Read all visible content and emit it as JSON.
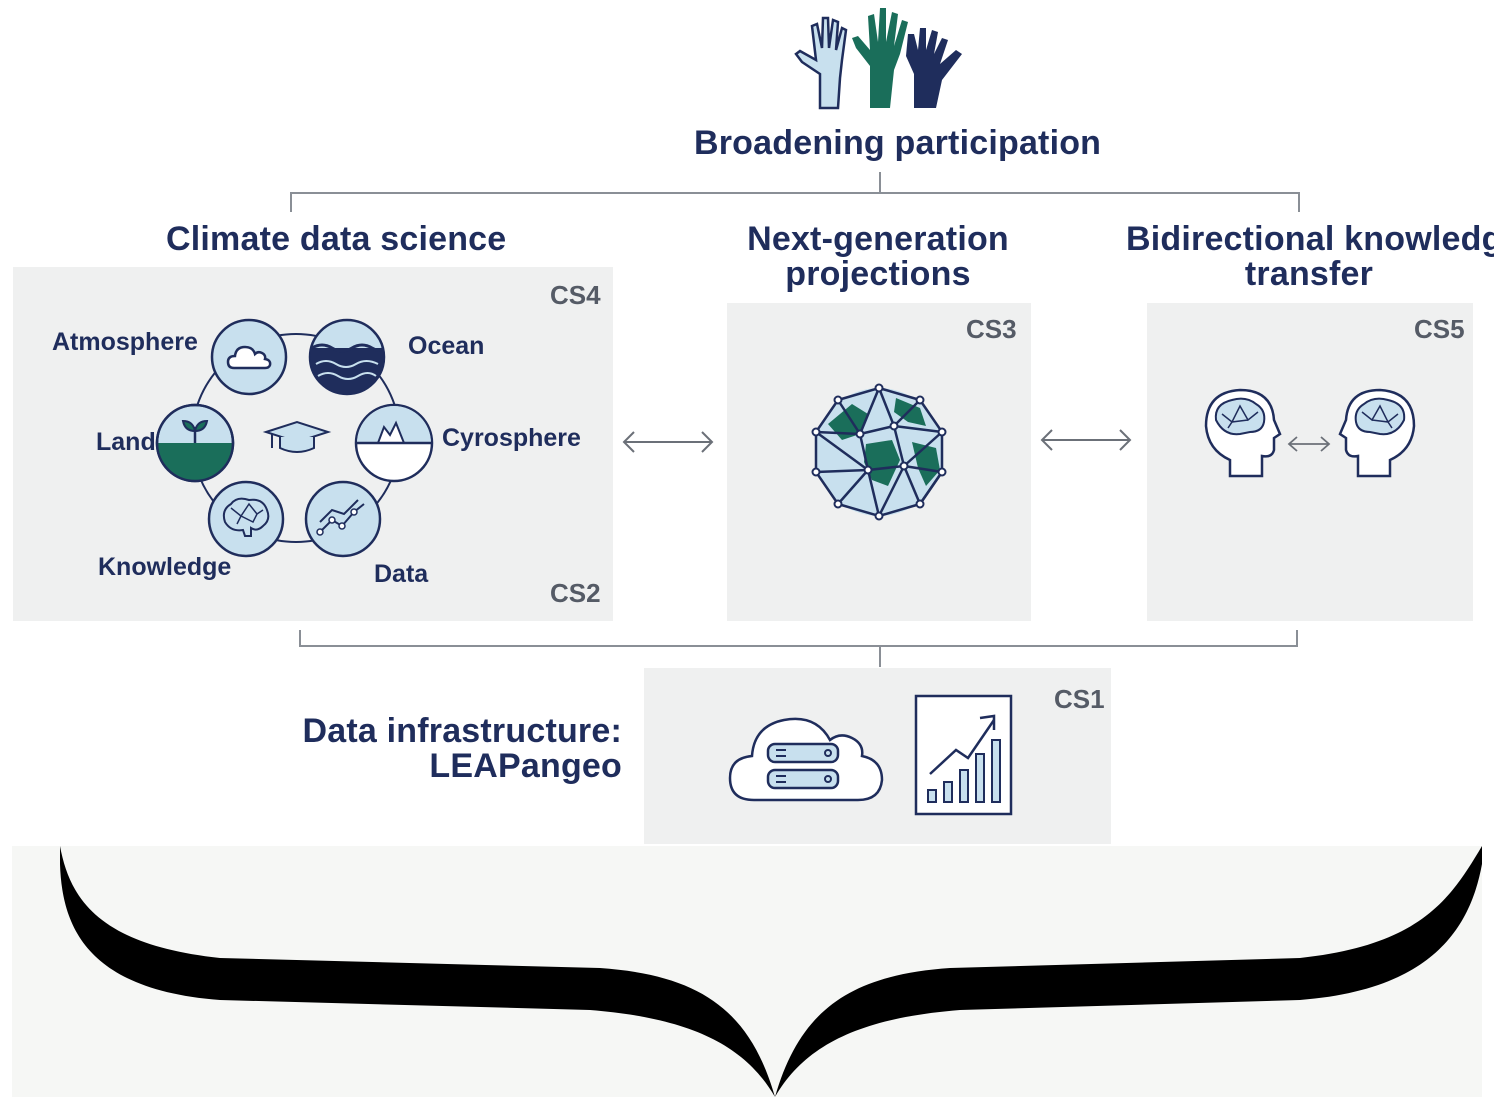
{
  "top": {
    "title": "Broadening participation"
  },
  "pillars": {
    "climate": {
      "title": "Climate data science",
      "cs_top": "CS4",
      "cs_bottom": "CS2"
    },
    "projections": {
      "title_line1": "Next-generation",
      "title_line2": "projections",
      "cs": "CS3"
    },
    "transfer": {
      "title_line1": "Bidirectional knowledge",
      "title_line2": "transfer",
      "cs": "CS5"
    }
  },
  "cycle": {
    "atmosphere": "Atmosphere",
    "ocean": "Ocean",
    "land": "Land",
    "cyrosphere": "Cyrosphere",
    "knowledge": "Knowledge",
    "data": "Data"
  },
  "infra": {
    "line1": "Data infrastructure:",
    "line2": "LEAPangeo",
    "cs": "CS1"
  },
  "colors": {
    "navy": "#1f2d5c",
    "teal": "#1a6e5a",
    "light_blue": "#c8e0ee",
    "panel": "#eff0f0"
  }
}
